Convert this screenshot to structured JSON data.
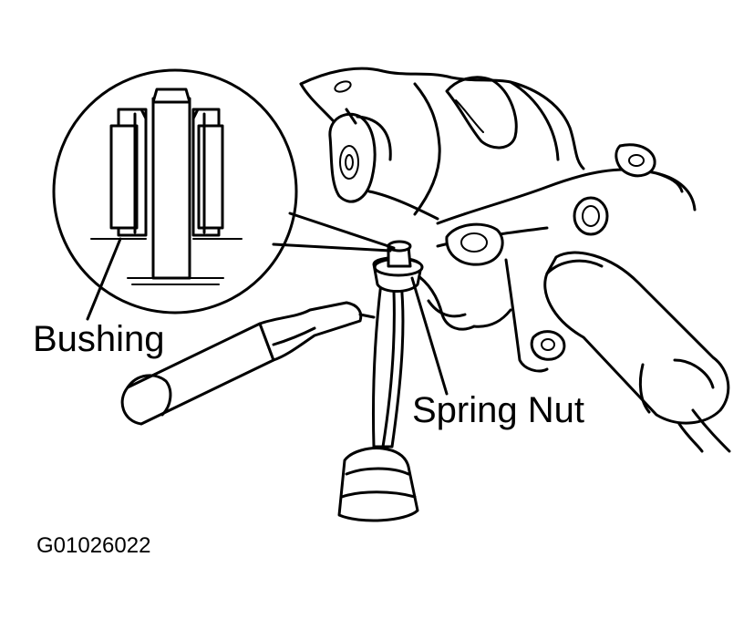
{
  "labels": {
    "bushing": "Bushing",
    "spring_nut": "Spring Nut"
  },
  "figure_id": "G01026022"
}
